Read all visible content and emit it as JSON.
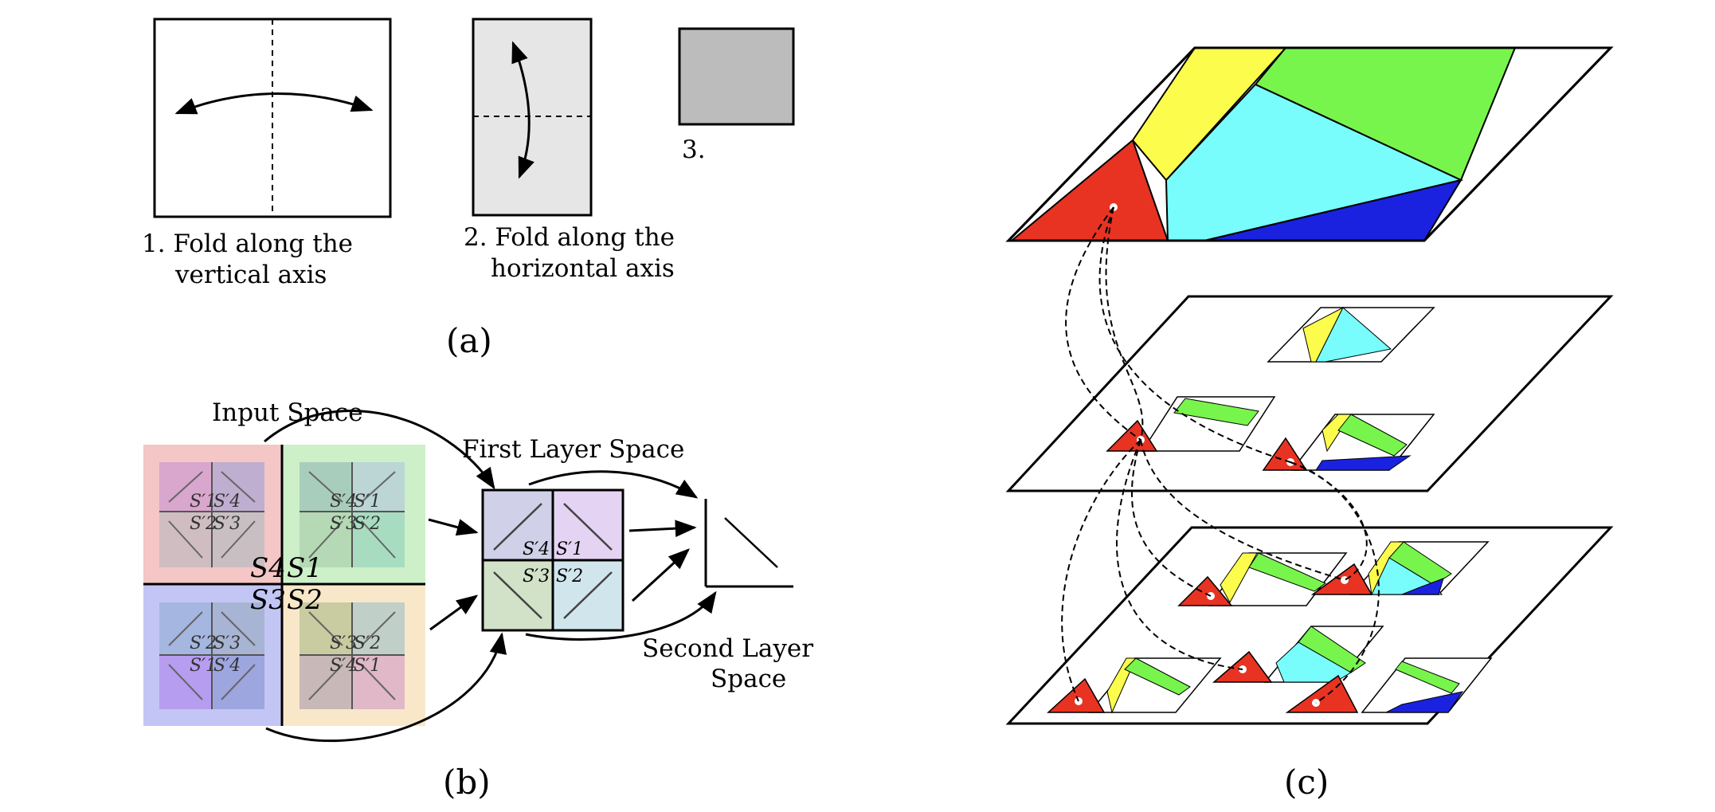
{
  "panel_a": {
    "step1_line1": "1.  Fold along the",
    "step1_line2": "vertical axis",
    "step2_line1": "2.  Fold along the",
    "step2_line2": "horizontal axis",
    "step3": "3.",
    "panel_label": "(a)"
  },
  "panel_b": {
    "input_space": "Input Space",
    "first_layer_space": "First Layer Space",
    "second_layer_line1": "Second Layer",
    "second_layer_line2": "Space",
    "s4": "S4",
    "s1": "S1",
    "s3": "S3",
    "s2": "S2",
    "sp1": "S′1",
    "sp2": "S′2",
    "sp3": "S′3",
    "sp4": "S′4",
    "panel_label": "(b)",
    "colors": {
      "quad_red": "#f4c6c6",
      "quad_green": "#cdf0c8",
      "quad_blue": "#c3c6f4",
      "quad_orange": "#f8e8c9",
      "cell_purple": "#e5d3f4",
      "cell_cyan": "#d1e6ec",
      "cell_olive": "#d2e2c8",
      "cell_lavender": "#d0d0e8"
    }
  },
  "panel_c": {
    "panel_label": "(c)",
    "colors": {
      "red": "#e83322",
      "yellow": "#fcfc4c",
      "green": "#78f54c",
      "cyan": "#78fcfc",
      "blue": "#1a22e0"
    }
  }
}
